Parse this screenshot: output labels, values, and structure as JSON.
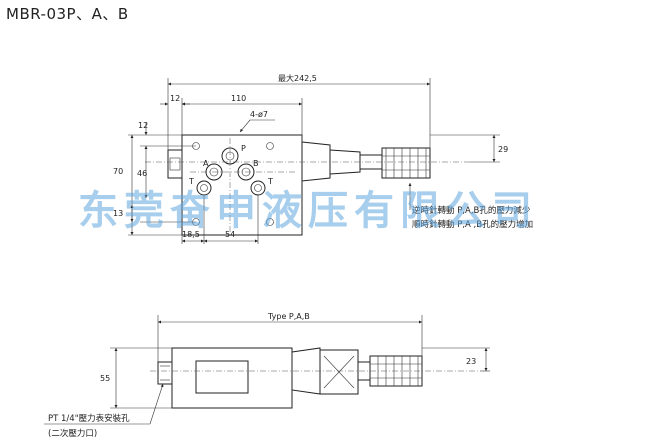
{
  "heading": "MBR-03P、A、B",
  "watermark": "东莞奋申液压有限公司",
  "top_view": {
    "dims": {
      "overall": "最大242,5",
      "d12_top": "12",
      "d110": "110",
      "holes": "4-ø7",
      "d12_side": "12",
      "d70": "70",
      "d46": "46",
      "d13": "13",
      "d18_5": "18,5",
      "d54": "54",
      "d29": "29"
    },
    "ports": {
      "p": "P",
      "a": "A",
      "b": "B",
      "t_left": "T",
      "t_right": "T"
    },
    "notes": [
      "逆時針轉動 P,A,B孔的壓力減少",
      "順時針轉動 P,A ,B孔的壓力增加"
    ]
  },
  "side_view": {
    "dims": {
      "type": "Type P,A,B",
      "d55": "55",
      "d23": "23"
    },
    "notes": [
      "PT 1/4\"壓力表安裝孔",
      "(二次壓力口)"
    ]
  }
}
